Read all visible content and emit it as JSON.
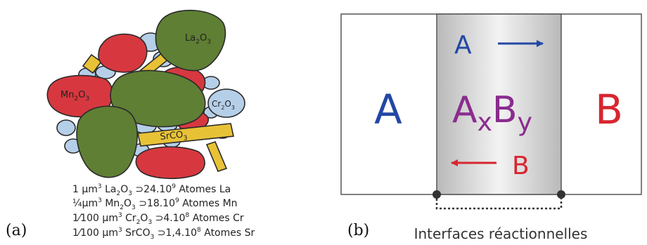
{
  "panel_a": {
    "panel_label": "(a)",
    "grains": {
      "la2o3": {
        "base": "La",
        "sub": "2",
        "mid": "O",
        "sub2": "3"
      },
      "mn2o3": {
        "base": "Mn",
        "sub": "2",
        "mid": "O",
        "sub2": "3"
      },
      "cr2o3": {
        "base": "Cr",
        "sub": "2",
        "mid": "O",
        "sub2": "3"
      },
      "srco3": {
        "base": "SrCO",
        "sub": "3"
      }
    },
    "composition_lines": [
      {
        "amount": "1 µm",
        "exp": "3",
        "formula_base": "La",
        "formula_sub": "2",
        "formula_mid": "O",
        "formula_sub2": "3",
        "approx": " ⊃24.10",
        "power": "9",
        "atoms": " Atomes La"
      },
      {
        "amount": "¼µm",
        "exp": "3",
        "formula_base": "Mn",
        "formula_sub": "2",
        "formula_mid": "O",
        "formula_sub2": "3",
        "approx": " ⊃18.10",
        "power": "9",
        "atoms": " Atomes Mn"
      },
      {
        "amount": "1⁄100 µm",
        "exp": "3",
        "formula_base": "Cr",
        "formula_sub": "2",
        "formula_mid": "O",
        "formula_sub2": "3",
        "approx": " ⊃4.10",
        "power": "8",
        "atoms": " Atomes Cr"
      },
      {
        "amount": "1⁄100 µm",
        "exp": "3",
        "formula_base": "SrCO",
        "formula_sub": "3",
        "formula_mid": "",
        "formula_sub2": "",
        "approx": " ⊃1,4.10",
        "power": "8",
        "atoms": " Atomes Sr"
      }
    ]
  },
  "panel_b": {
    "panel_label": "(b)",
    "left_phase": "A",
    "right_phase": "B",
    "product": {
      "a": "A",
      "x": "x",
      "b": "B",
      "y": "y"
    },
    "diffusing_a": "A",
    "diffusing_b": "B",
    "interfaces_label": "Interfaces réactionnelles"
  },
  "colors": {
    "green": "#5e7f34",
    "red": "#d7383f",
    "blue_grain": "#b6cfe9",
    "yellow": "#e8c236",
    "blue_text": "#2347a4",
    "purple_text": "#8a2c8e",
    "red_text": "#d8262f"
  }
}
